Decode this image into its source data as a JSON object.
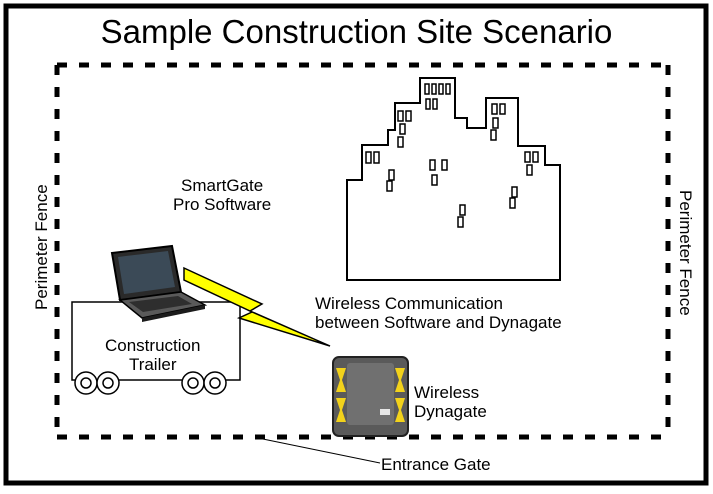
{
  "title": "Sample Construction Site Scenario",
  "labels": {
    "perimeter_left": "Perimeter Fence",
    "perimeter_right": "Perimeter Fence",
    "smartgate_line1": "SmartGate",
    "smartgate_line2": "Pro Software",
    "comm_line1": "Wireless Communication",
    "comm_line2": "between Software and Dynagate",
    "trailer_line1": "Construction",
    "trailer_line2": "Trailer",
    "dynagate_line1": "Wireless",
    "dynagate_line2": "Dynagate",
    "entrance": "Entrance Gate"
  },
  "colors": {
    "lightning": "#ffff00",
    "dynagate_body": "#5a5a5a",
    "dynagate_accent": "#f2d21b",
    "laptop_screen": "#3b4a57"
  }
}
